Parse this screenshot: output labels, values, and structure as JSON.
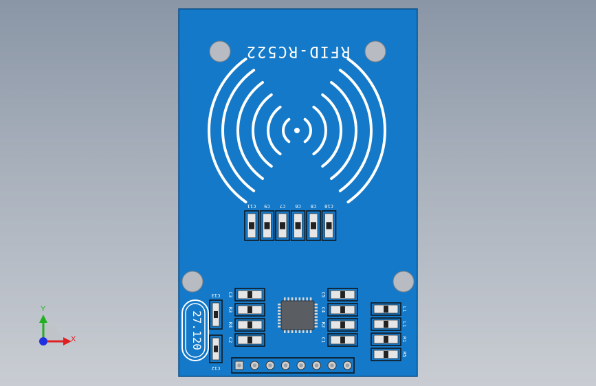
{
  "board": {
    "title": "RFID-RC522",
    "crystal_label": "27.120",
    "colors": {
      "pcb": "#1479c8",
      "pcb_edge": "#0b4f8a",
      "silk": "#ffffff",
      "pad": "#e6e6e6",
      "hole": "#b8bcc2",
      "chip": "#5a5d61",
      "background_top": "#8a96a6",
      "background_bottom": "#c9cdd3"
    },
    "antenna_caps": [
      "C11",
      "C9",
      "C7",
      "C6",
      "C8",
      "C10"
    ],
    "left_parts": [
      "C12",
      "C13"
    ],
    "mid_left_parts": [
      "C3",
      "R3",
      "R4",
      "C2"
    ],
    "mid_right_parts": [
      "C5",
      "C4",
      "R2",
      "C1"
    ],
    "right_parts": [
      "L1",
      "L1",
      "R1",
      "R5"
    ],
    "header_pin_count": 8,
    "icon": "rfid-wave-icon"
  },
  "triad": {
    "x_label": "X",
    "y_label": "Y",
    "colors": {
      "x": "#e02020",
      "y": "#20b020",
      "origin": "#2030e0"
    }
  }
}
